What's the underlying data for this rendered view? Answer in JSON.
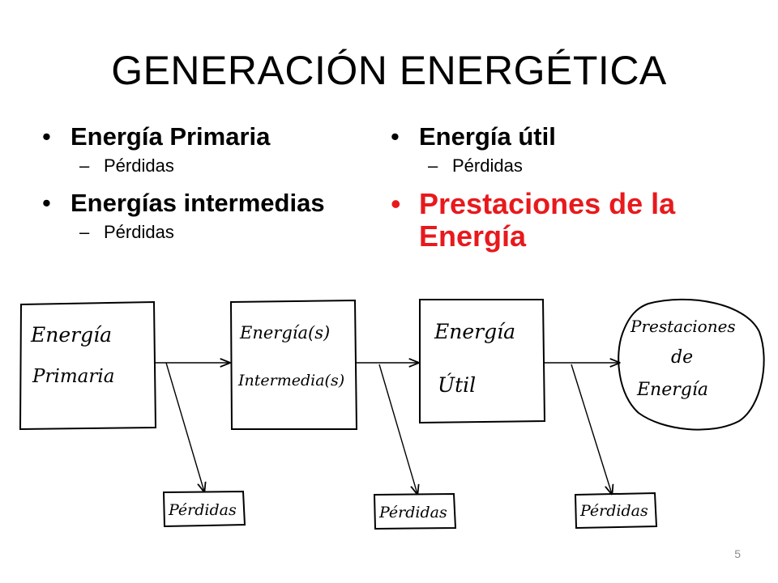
{
  "slide": {
    "title": "GENERACIÓN ENERGÉTICA",
    "page_number": "5",
    "highlight_color": "#e8191c"
  },
  "bullets_left": [
    {
      "label": "Energía Primaria",
      "sub": "Pérdidas"
    },
    {
      "label": "Energías intermedias",
      "sub": "Pérdidas"
    }
  ],
  "bullets_right": [
    {
      "label": "Energía útil",
      "sub": "Pérdidas"
    },
    {
      "label": "Prestaciones de la Energía"
    }
  ],
  "diagram": {
    "nodes": [
      {
        "id": "primary",
        "lines": [
          "Energía",
          "Primaria"
        ]
      },
      {
        "id": "intermediate",
        "lines": [
          "Energía(s)",
          "Intermedia(s)"
        ]
      },
      {
        "id": "useful",
        "lines": [
          "Energía",
          "Útil"
        ]
      },
      {
        "id": "services",
        "lines": [
          "Prestaciones",
          "de",
          "Energía"
        ]
      }
    ],
    "loss_label": "Pérdidas"
  }
}
